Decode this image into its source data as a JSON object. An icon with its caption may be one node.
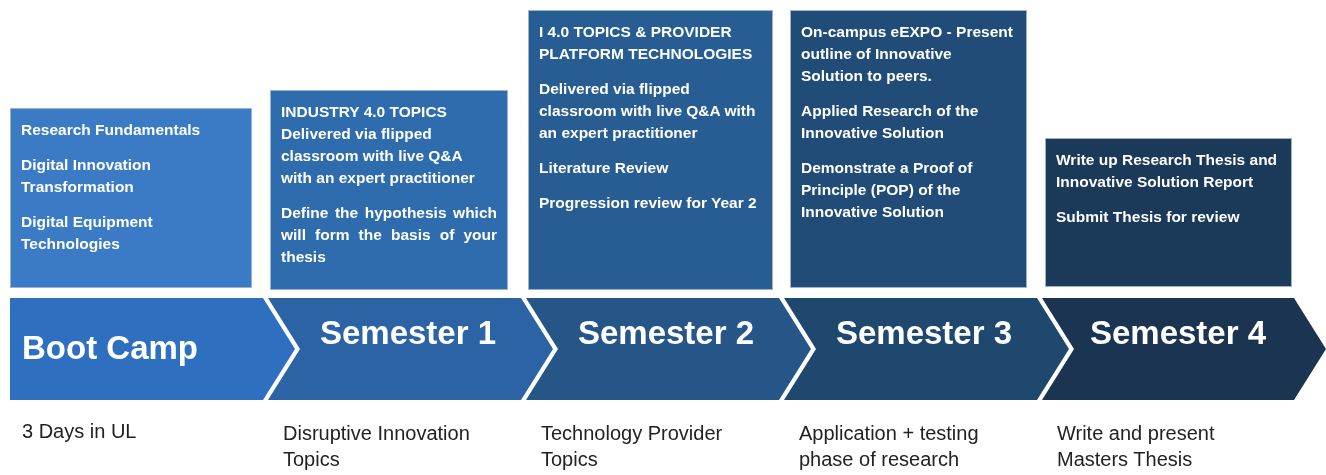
{
  "diagram": {
    "nodes": [
      {
        "text": [
          "Research Fundamentals",
          "Digital Innovation Transformation",
          "Digital Equipment Technologies"
        ]
      },
      {
        "text": [
          "INDUSTRY 4.0 TOPICS Delivered via flipped classroom with live Q&A with an expert practitioner",
          "Define the hypothesis which will form the basis of your thesis"
        ]
      },
      {
        "text": [
          "I 4.0 TOPICS & PROVIDER PLATFORM TECHNOLOGIES",
          "Delivered via flipped classroom with live Q&A with an expert practitioner",
          "Literature Review",
          "Progression review for Year 2"
        ]
      },
      {
        "text": [
          "On-campus eEXPO - Present outline of Innovative Solution to peers.",
          "Applied Research of the Innovative Solution",
          "Demonstrate a Proof of Principle (POP) of the Innovative Solution"
        ]
      },
      {
        "text": [
          "Write up Research Thesis and Innovative Solution Report",
          "Submit Thesis for review"
        ]
      },
      {
        "text": [
          "Boot Camp"
        ],
        "beside": [
          "3 Days in UL"
        ]
      },
      {
        "text": [
          "Semester 1"
        ],
        "beside": [
          "Disruptive Innovation Topics"
        ]
      },
      {
        "text": [
          "Semester 2"
        ],
        "beside": [
          "Technology Provider Topics"
        ]
      },
      {
        "text": [
          "Semester 3"
        ],
        "beside": [
          "Application + testing phase of research"
        ]
      },
      {
        "text": [
          "Semester 4"
        ],
        "beside": [
          "Write and present Masters Thesis"
        ]
      }
    ]
  }
}
